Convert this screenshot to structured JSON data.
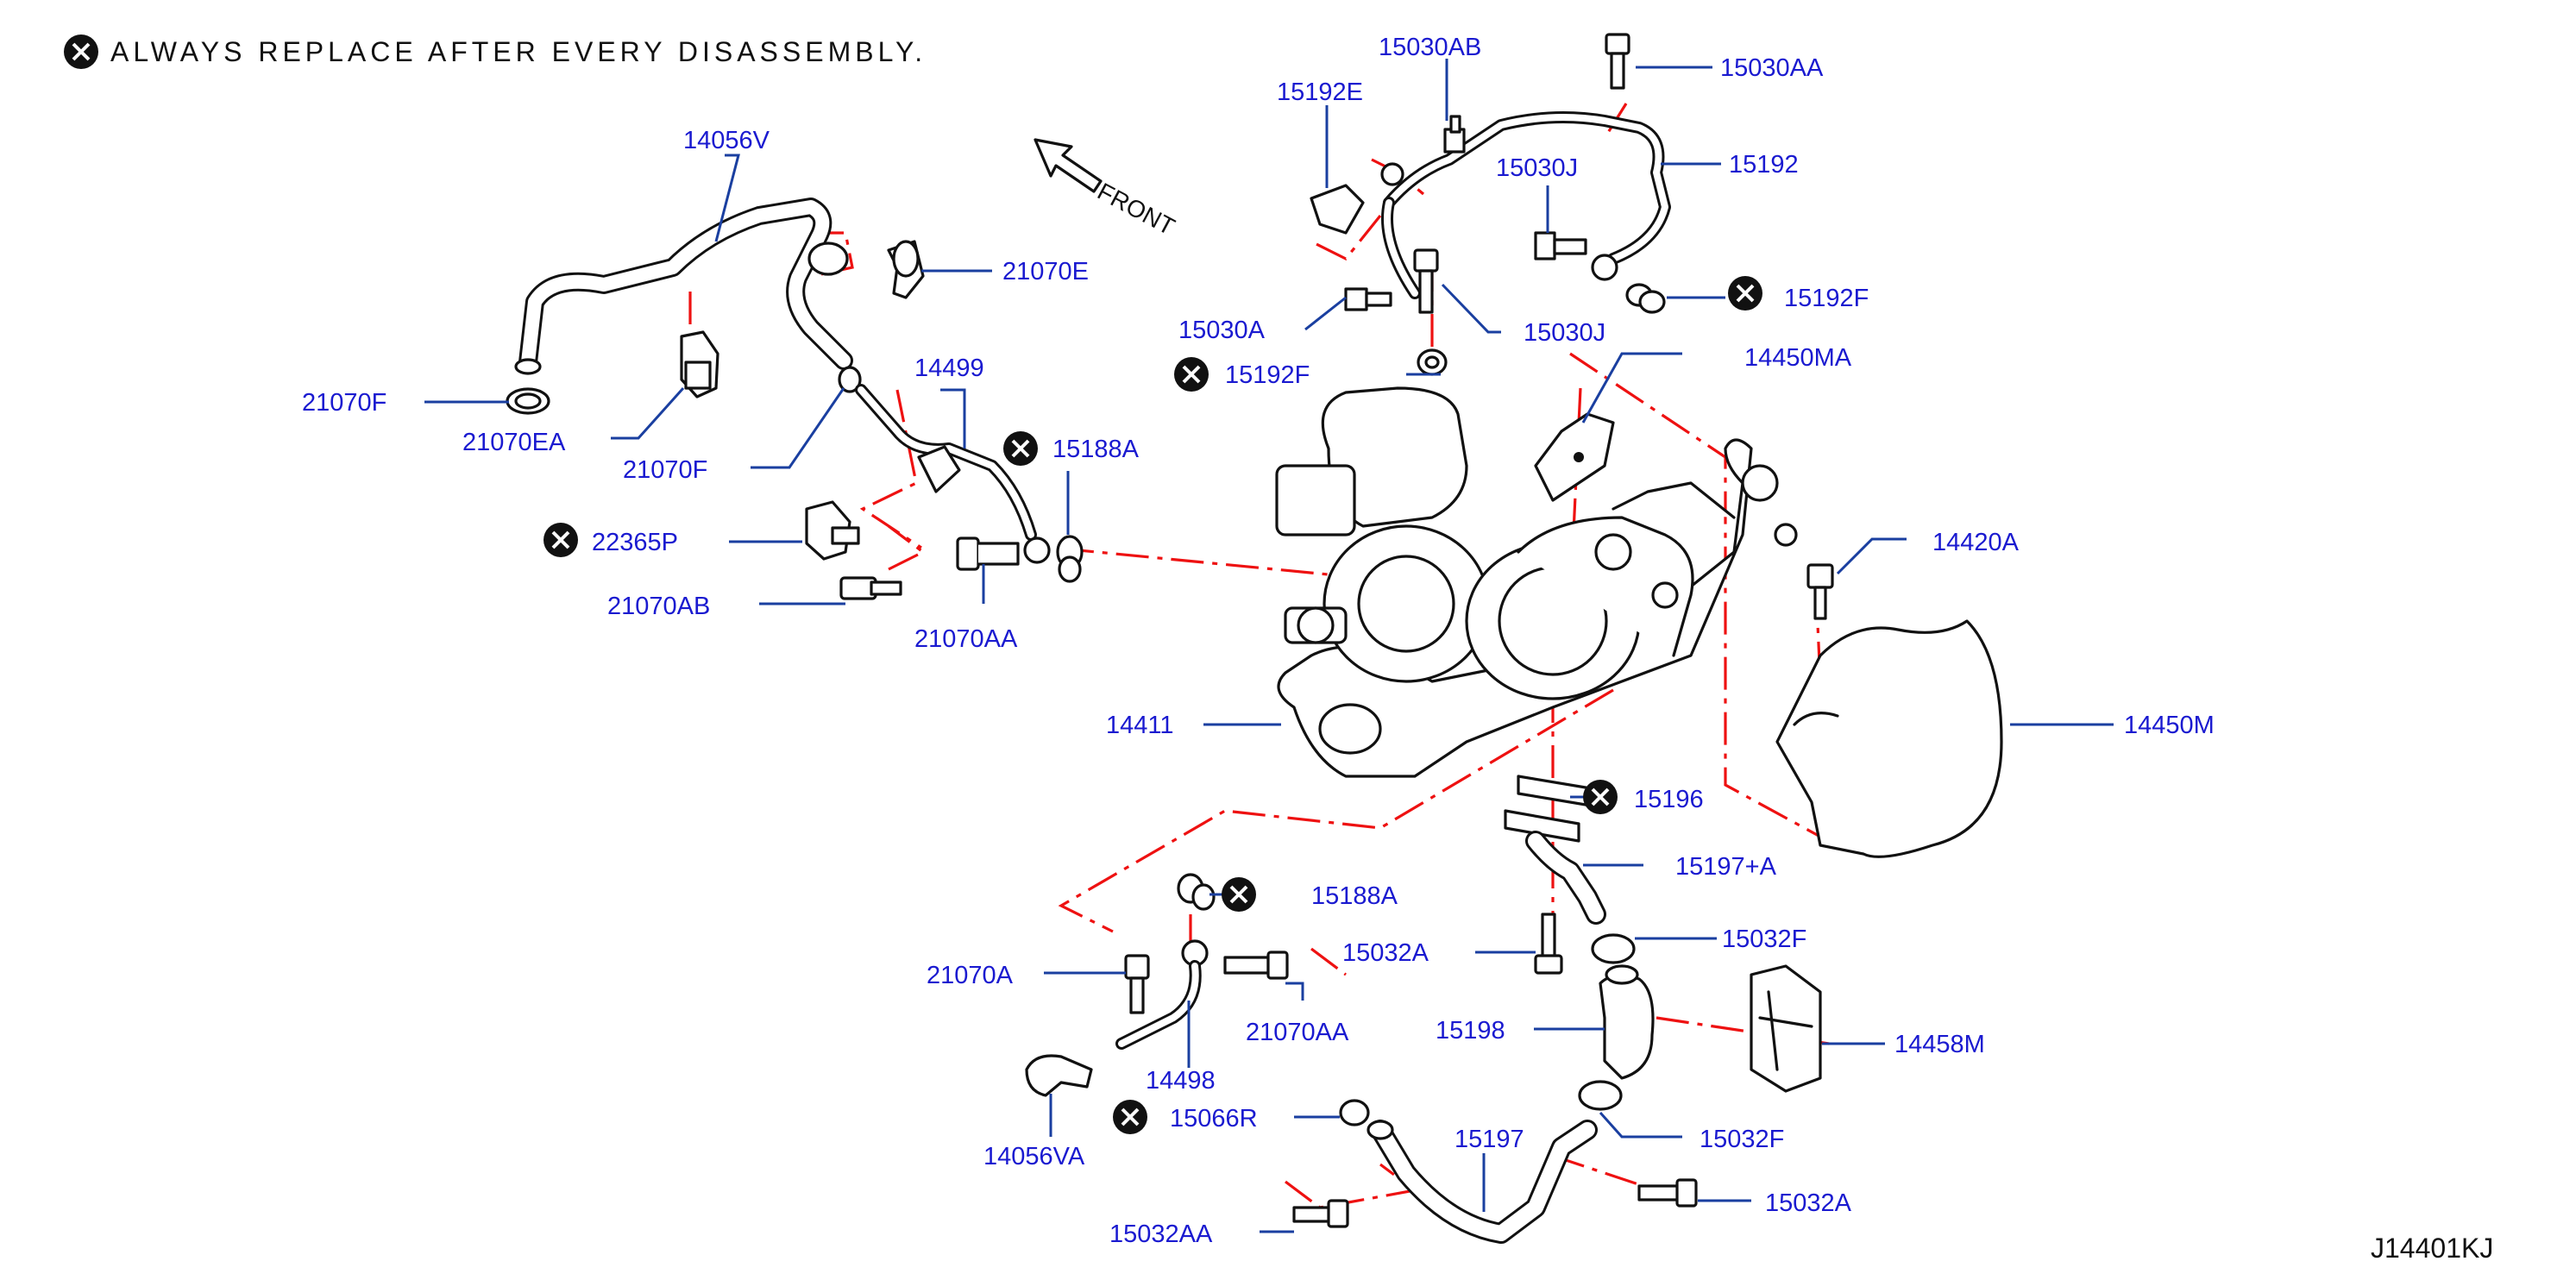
{
  "note": {
    "text": "ALWAYS REPLACE AFTER EVERY DISASSEMBLY."
  },
  "front_label": "FRONT",
  "drawing_code": "J14401KJ",
  "callouts": [
    {
      "id": "c-15030AB",
      "text": "15030AB"
    },
    {
      "id": "c-15030AA",
      "text": "15030AA"
    },
    {
      "id": "c-15192E",
      "text": "15192E"
    },
    {
      "id": "c-15192",
      "text": "15192"
    },
    {
      "id": "c-15030J-1",
      "text": "15030J"
    },
    {
      "id": "c-15192F-1",
      "text": "15192F"
    },
    {
      "id": "c-15030A-1",
      "text": "15030A"
    },
    {
      "id": "c-15030J-2",
      "text": "15030J"
    },
    {
      "id": "c-15192F-2",
      "text": "15192F"
    },
    {
      "id": "c-14450MA",
      "text": "14450MA"
    },
    {
      "id": "c-14056V",
      "text": "14056V"
    },
    {
      "id": "c-21070E",
      "text": "21070E"
    },
    {
      "id": "c-14499",
      "text": "14499"
    },
    {
      "id": "c-21070F-1",
      "text": "21070F"
    },
    {
      "id": "c-21070EA",
      "text": "21070EA"
    },
    {
      "id": "c-21070F-2",
      "text": "21070F"
    },
    {
      "id": "c-15188A-1",
      "text": "15188A"
    },
    {
      "id": "c-22365P",
      "text": "22365P"
    },
    {
      "id": "c-21070AB",
      "text": "21070AB"
    },
    {
      "id": "c-21070AA-1",
      "text": "21070AA"
    },
    {
      "id": "c-14420A",
      "text": "14420A"
    },
    {
      "id": "c-14411",
      "text": "14411"
    },
    {
      "id": "c-14450M",
      "text": "14450M"
    },
    {
      "id": "c-15196",
      "text": "15196"
    },
    {
      "id": "c-15197A",
      "text": "15197+A"
    },
    {
      "id": "c-15188A-2",
      "text": "15188A"
    },
    {
      "id": "c-15032A-1",
      "text": "15032A"
    },
    {
      "id": "c-15032F-1",
      "text": "15032F"
    },
    {
      "id": "c-21070A",
      "text": "21070A"
    },
    {
      "id": "c-21070AA-2",
      "text": "21070AA"
    },
    {
      "id": "c-15198",
      "text": "15198"
    },
    {
      "id": "c-14458M",
      "text": "14458M"
    },
    {
      "id": "c-14498",
      "text": "14498"
    },
    {
      "id": "c-15066R",
      "text": "15066R"
    },
    {
      "id": "c-14056VA",
      "text": "14056VA"
    },
    {
      "id": "c-15197",
      "text": "15197"
    },
    {
      "id": "c-15032F-2",
      "text": "15032F"
    },
    {
      "id": "c-15032A-2",
      "text": "15032A"
    },
    {
      "id": "c-15032AA",
      "text": "15032AA"
    }
  ],
  "colors": {
    "callout_text": "#1a1ad0",
    "leader_line": "#1a3fa0",
    "phantom_line": "#e11111",
    "part_outline": "#111111",
    "background": "#ffffff"
  },
  "icons": {
    "replace_marker": "circled-x-icon",
    "front_arrow": "hollow-arrow-icon"
  }
}
